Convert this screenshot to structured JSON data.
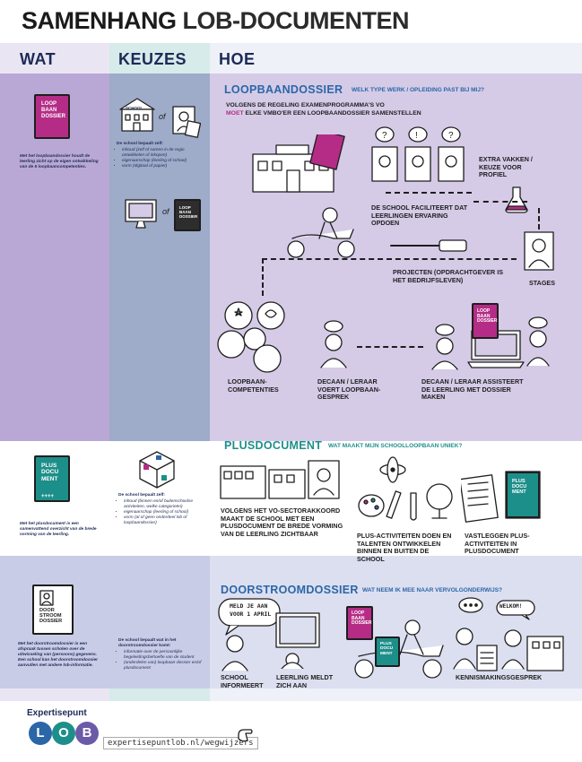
{
  "title": {
    "part1": "SAMENHANG ",
    "part2": "LOB-DOCUMENTEN"
  },
  "columns": {
    "wat": "WAT",
    "keuzes": "KEUZES",
    "hoe": "HOE"
  },
  "loopbaan": {
    "title": "LOOPBAANDOSSIER",
    "question": "WELK TYPE WERK / OPLEIDING PAST BIJ MIJ?",
    "intro_1": "VOLGENS DE REGELING EXAMENPROGRAMMA'S VO",
    "intro_moet": "MOET",
    "intro_2": "ELKE VMBO'ER EEN LOOPBAANDOSSIER SAMENSTELLEN",
    "book_label": "LOOP BAAN DOSSIER",
    "wat_text": "Met het loopbaandossier houdt de leerling zicht op de eigen ontwikkeling van de 5 loopbaancompetenties.",
    "of_1": "of",
    "of_2": "of",
    "keuzes_head": "De school bepaalt zelf:",
    "keuzes_items": [
      "inhoud (zelf of samen in de regio ontwikkelen of inkopen)",
      "eigenaarschap (leerling of school)",
      "vorm (digitaal of papier)"
    ],
    "school_sign": "SCHOOL",
    "cap_faciliteert": "DE SCHOOL FACILITEERT DAT LEERLINGEN ERVARING OPDOEN",
    "cap_extra": "EXTRA VAKKEN / KEUZE VOOR PROFIEL",
    "cap_projecten": "PROJECTEN (OPDRACHTGEVER IS HET BEDRIJFSLEVEN)",
    "cap_stages": "STAGES",
    "cap_comp": "LOOPBAAN-COMPETENTIES",
    "cap_decaan1": "DECAAN / LERAAR VOERT LOOPBAAN-GESPREK",
    "cap_decaan2": "DECAAN / LERAAR ASSISTEERT DE LEERLING MET DOSSIER MAKEN",
    "mini_book": "LOOP BAAN DOSSIER"
  },
  "plus": {
    "title": "PLUSDOCUMENT",
    "question": "WAT MAAKT MIJN SCHOOLLOOPBAAN UNIEK?",
    "book_label": "PLUS DOCU MENT",
    "book_marks": "++++",
    "wat_text": "Met het plusdocument is een samenvattend overzicht van de brede vorming van de leerling.",
    "keuzes_head": "De school bepaalt zelf:",
    "keuzes_items": [
      "inhoud (binnen en/of buitenschoolse activiteiten, welke categorieën)",
      "eigenaarschap (leerling of school)",
      "vorm (al of geen onderdeel lob of loopbaandossier)"
    ],
    "cap_1": "VOLGENS HET VO-SECTORAKKOORD MAAKT DE SCHOOL MET EEN PLUSDOCUMENT DE BREDE VORMING VAN DE LEERLING ZICHTBAAR",
    "cap_2": "PLUS-ACTIVITEITEN DOEN EN TALENTEN ONTWIKKELEN BINNEN EN BUITEN DE SCHOOL",
    "cap_3": "VASTLEGGEN PLUS-ACTIVITEITEN IN PLUSDOCUMENT",
    "mini_book": "PLUS DOCU MENT"
  },
  "door": {
    "title": "DOORSTROOMDOSSIER",
    "question": "WAT NEEM IK MEE NAAR VERVOLGONDERWIJS?",
    "doc_label": "DOOR STROOM DOSSIER",
    "wat_text": "Met het doorstroomdossier is een afspraak tussen scholen over de uitwisseling van (persoons) gegevens. Een school kan het doorstroomdossier aanvullen met andere lob-informatie.",
    "keuzes_head": "De school bepaalt wat in het doorstroomdossier komt:",
    "keuzes_items": [
      "informatie over de persoonlijke begeleidingsbehoefte van de student",
      "(onderdelen van) loopbaan-dossier en/of plusdocument"
    ],
    "bubble_1": "MELD JE AAN VOOR 1 APRIL",
    "bubble_2": "WELKOM!",
    "cap_informeert": "SCHOOL INFORMEERT",
    "cap_meldt": "LEERLING MELDT ZICH AAN",
    "cap_gesprek": "KENNISMAKINGSGESPREK",
    "book_1": "LOOP BAAN DOSSIER",
    "book_2": "PLUS DOCU MENT"
  },
  "footer": {
    "brand": "Expertisepunt",
    "logo_letters": [
      "L",
      "O",
      "B"
    ],
    "url": "expertisepuntlob.nl/wegwijzers"
  },
  "colors": {
    "loop": "#b9a8d6",
    "plus": "#ffffff",
    "door": "#c9cce6",
    "magenta": "#b52c86",
    "teal": "#1d8f8a",
    "title_blue": "#2b66a8"
  }
}
